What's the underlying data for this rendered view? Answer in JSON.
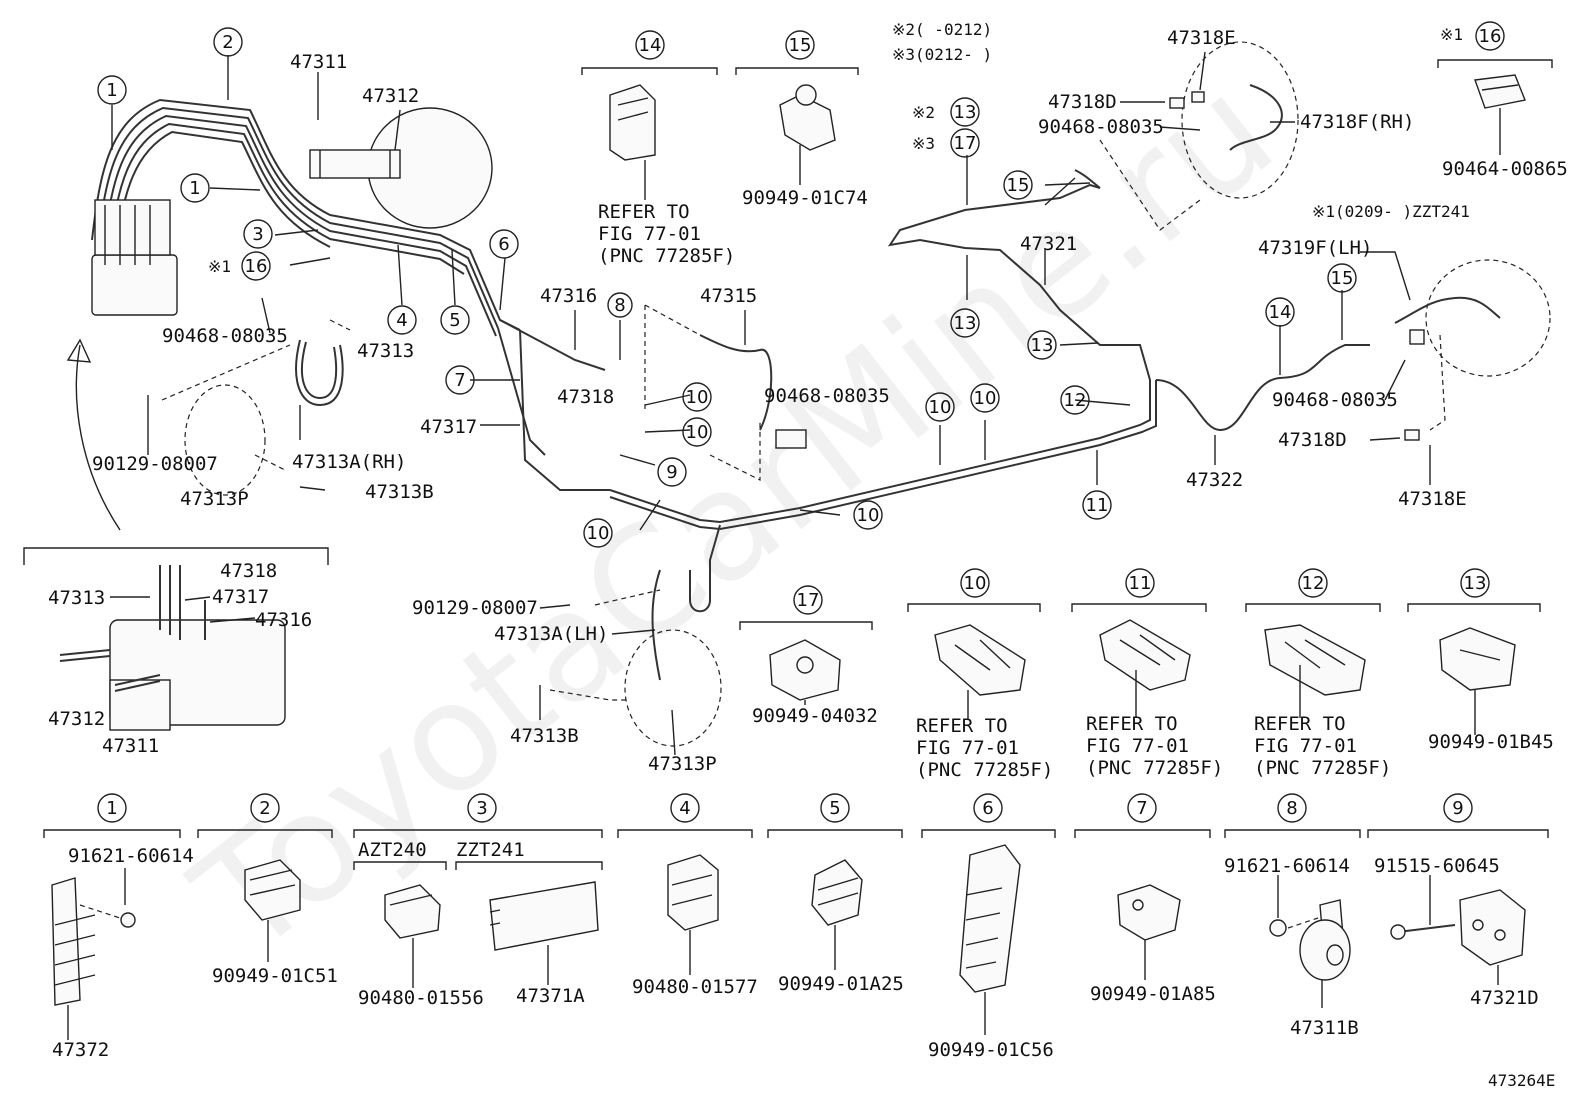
{
  "diagram_id": "473264E",
  "watermark": "ToyotaCarMine.ru",
  "notes": {
    "n2_top": "※2(    -0212)",
    "n3_top": "※3(0212-    )",
    "n1_right": "※1(0209-    )ZZT241",
    "mark1": "※1",
    "mark2": "※2",
    "mark3": "※3"
  },
  "labels": {
    "p47311": "47311",
    "p47312": "47312",
    "p47313": "47313",
    "p47313a_rh": "47313A(RH)",
    "p47313b": "47313B",
    "p47313p": "47313P",
    "p47316": "47316",
    "p47315": "47315",
    "p47317": "47317",
    "p47318": "47318",
    "p47321": "47321",
    "p47322": "47322",
    "p47318e": "47318E",
    "p47318d": "47318D",
    "p47318f": "47318F(RH)",
    "p47319f": "47319F(LH)",
    "p47313a_lh": "47313A(LH)",
    "p47311b": "47311B",
    "p47321d": "47321D",
    "p47371a": "47371A",
    "p47372": "47372",
    "b90468": "90468-08035",
    "b90129": "90129-08007",
    "b90949_01c74": "90949-01C74",
    "b90464": "90464-00865",
    "b90949_04032": "90949-04032",
    "b90949_01b45": "90949-01B45",
    "b91621": "91621-60614",
    "b90949_01c51": "90949-01C51",
    "b90480_01556": "90480-01556",
    "b90480_01577": "90480-01577",
    "b90949_01a25": "90949-01A25",
    "b90949_01c56": "90949-01C56",
    "b90949_01a85": "90949-01A85",
    "b91515": "91515-60645",
    "azt240": "AZT240",
    "zzt241": "ZZT241"
  },
  "refer": {
    "l1": "REFER TO",
    "l2": "FIG 77-01",
    "l3": "(PNC 77285F)"
  },
  "callouts": {
    "c1": "1",
    "c2": "2",
    "c3": "3",
    "c4": "4",
    "c5": "5",
    "c6": "6",
    "c7": "7",
    "c8": "8",
    "c9": "9",
    "c10": "10",
    "c11": "11",
    "c12": "12",
    "c13": "13",
    "c14": "14",
    "c15": "15",
    "c16": "16",
    "c17": "17"
  }
}
